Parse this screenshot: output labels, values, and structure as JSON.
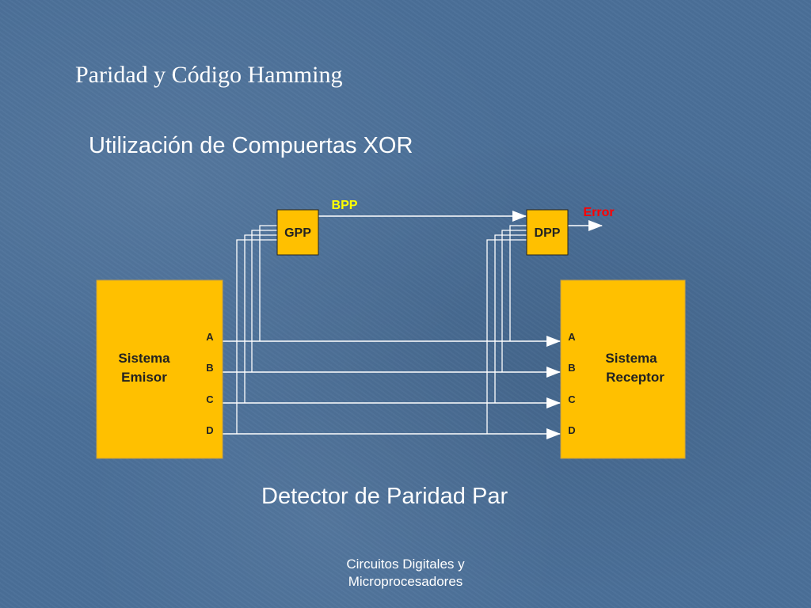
{
  "slide": {
    "title": "Paridad y Código Hamming",
    "subtitle": "Utilización de Compuertas XOR",
    "caption": "Detector de Paridad Par",
    "footer_line1": "Circuitos Digitales y",
    "footer_line2": "Microprocesadores"
  },
  "diagram": {
    "emitter": {
      "line1": "Sistema",
      "line2": "Emisor"
    },
    "receiver": {
      "line1": "Sistema",
      "line2": "Receptor"
    },
    "gpp": "GPP",
    "dpp": "DPP",
    "bpp": "BPP",
    "error": "Error",
    "inputs": [
      "A",
      "B",
      "C",
      "D"
    ],
    "outputs": [
      "A",
      "B",
      "C",
      "D"
    ]
  },
  "colors": {
    "background": "#4a6f98",
    "block_fill": "#ffc000",
    "wire": "#ffffff",
    "bpp_label": "#ffff00",
    "error_label": "#ff0000"
  }
}
